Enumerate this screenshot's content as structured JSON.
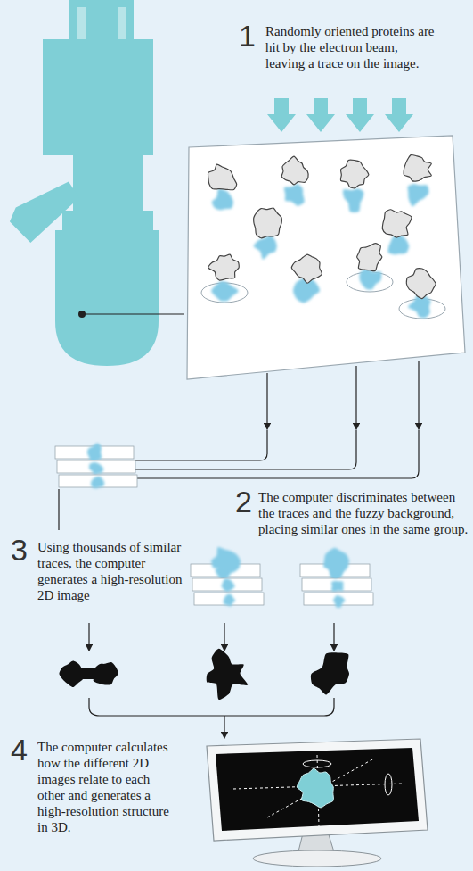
{
  "diagram": {
    "labels": [
      "1",
      "Randomly oriented proteins are hit by the electron beam, leaving a trace on the image.",
      "2",
      "The computer discriminates between the traces and the fuzzy background, placing similar ones in the same group.",
      "3",
      "Using thousands of similar traces, the computer generates a high-resolution 2D image",
      "4",
      "The computer calculates how the different 2D images relate to each other and generates a high-resolution structure in 3D."
    ]
  }
}
